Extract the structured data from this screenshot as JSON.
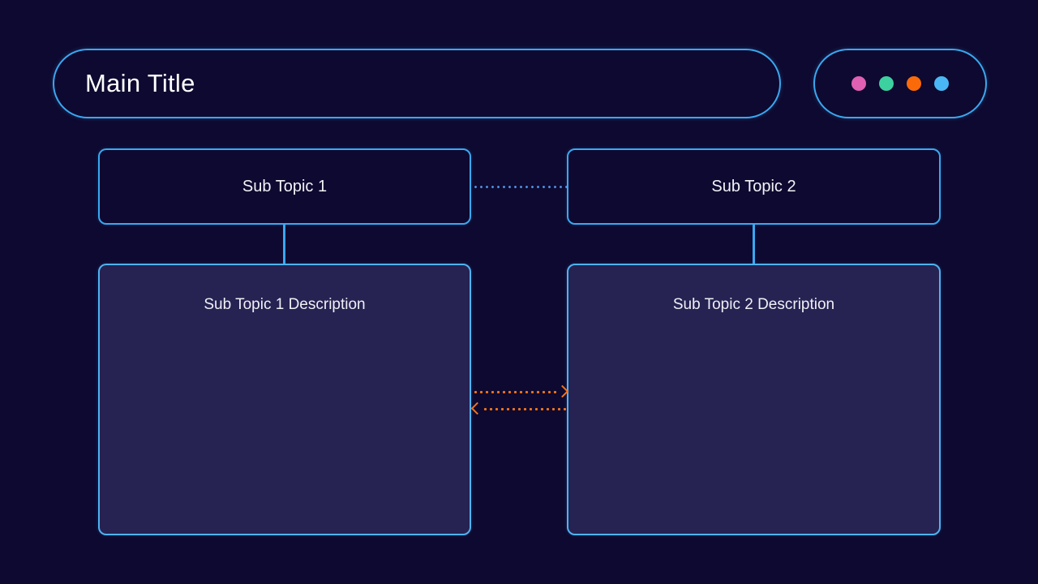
{
  "canvas": {
    "background_color": "#0e0930",
    "accent_color": "#3aa8f0",
    "arrow_color": "#f2741a",
    "panel_fill_color": "#262252"
  },
  "header": {
    "title": "Main Title",
    "decoration": {
      "dots": [
        {
          "name": "dot-pink",
          "color": "#e060b4"
        },
        {
          "name": "dot-green",
          "color": "#3dd19f"
        },
        {
          "name": "dot-orange",
          "color": "#fb6a09"
        },
        {
          "name": "dot-blue",
          "color": "#4ab8f5"
        }
      ]
    }
  },
  "nodes": {
    "topic_1": {
      "label": "Sub Topic 1"
    },
    "topic_2": {
      "label": "Sub Topic 2"
    },
    "description_1": {
      "label": "Sub Topic 1 Description",
      "body": ""
    },
    "description_2": {
      "label": "Sub Topic 2 Description",
      "body": ""
    }
  },
  "connectors": {
    "topic_link": {
      "style": "dotted",
      "color": "#4f8fe0",
      "direction": "none"
    },
    "topic_1_to_desc_1": {
      "style": "solid",
      "color": "#3aa8f0",
      "direction": "down"
    },
    "topic_2_to_desc_2": {
      "style": "solid",
      "color": "#3aa8f0",
      "direction": "down"
    },
    "desc_link_forward": {
      "style": "dotted",
      "color": "#f2741a",
      "direction": "right"
    },
    "desc_link_backward": {
      "style": "dotted",
      "color": "#f2741a",
      "direction": "left"
    }
  }
}
